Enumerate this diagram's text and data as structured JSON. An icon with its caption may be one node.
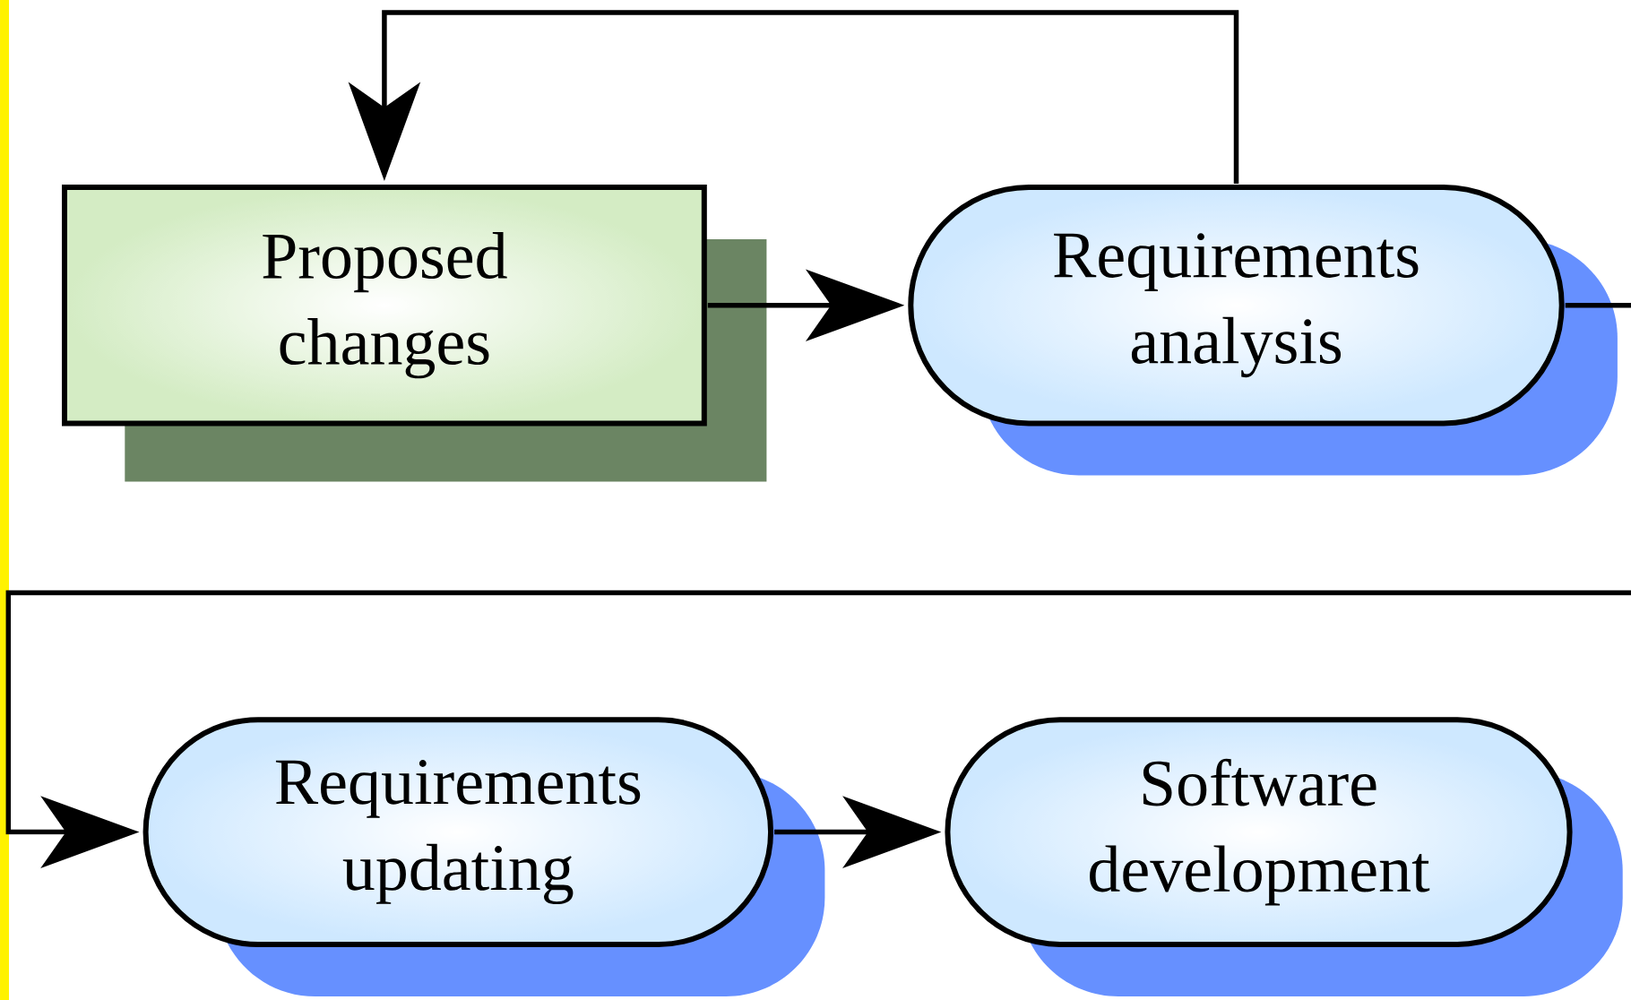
{
  "diagram": {
    "nodes": [
      {
        "text": [
          "Proposed changes"
        ]
      },
      {
        "text": [
          "Requirements analysis"
        ]
      },
      {
        "text": [
          "Requirements updating"
        ]
      },
      {
        "text": [
          "Software development"
        ]
      }
    ],
    "edges": [
      {
        "from": 0,
        "to": 1,
        "arrow": "to"
      },
      {
        "from": 1,
        "to": 0,
        "arrow": "to"
      },
      {
        "from": 1,
        "to": 2,
        "arrow": "to"
      },
      {
        "from": 2,
        "to": 3,
        "arrow": "to"
      }
    ]
  }
}
